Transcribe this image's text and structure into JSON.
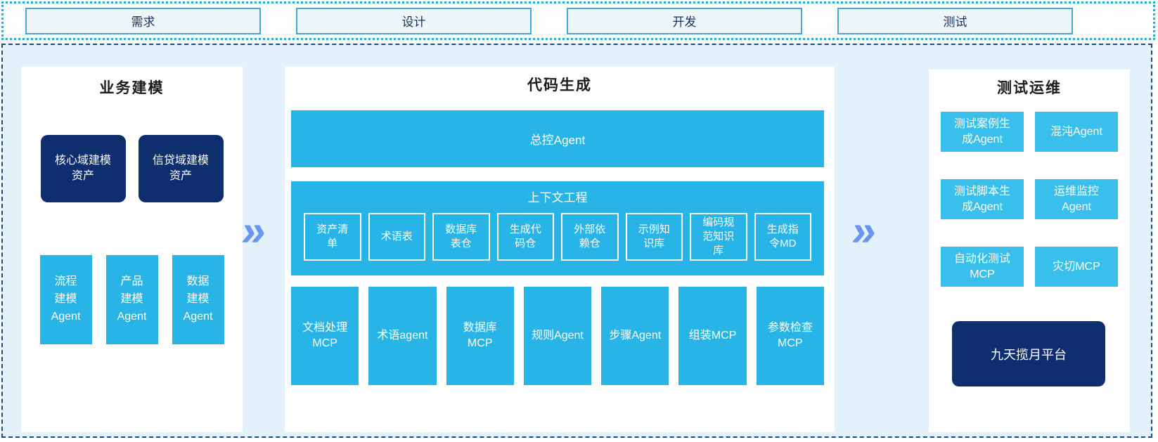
{
  "phases": [
    {
      "label": "需求"
    },
    {
      "label": "设计"
    },
    {
      "label": "开发"
    },
    {
      "label": "测试"
    }
  ],
  "business_modeling": {
    "title": "业务建模",
    "assets": [
      {
        "label": "核心域建模资产"
      },
      {
        "label": "信贷域建模资产"
      }
    ],
    "agents": [
      {
        "label": "流程建模Agent"
      },
      {
        "label": "产品建模Agent"
      },
      {
        "label": "数据建模Agent"
      }
    ]
  },
  "code_generation": {
    "title": "代码生成",
    "master_agent": "总控Agent",
    "context_engineering": {
      "title": "上下文工程",
      "items": [
        {
          "label": "资产清单"
        },
        {
          "label": "术语表"
        },
        {
          "label": "数据库表仓"
        },
        {
          "label": "生成代码仓"
        },
        {
          "label": "外部依赖仓"
        },
        {
          "label": "示例知识库"
        },
        {
          "label": "编码规范知识库"
        },
        {
          "label": "生成指令MD"
        }
      ]
    },
    "tools": [
      {
        "label": "文档处理MCP"
      },
      {
        "label": "术语agent"
      },
      {
        "label": "数据库MCP"
      },
      {
        "label": "规则Agent"
      },
      {
        "label": "步骤Agent"
      },
      {
        "label": "组装MCP"
      },
      {
        "label": "参数检查MCP"
      }
    ]
  },
  "test_ops": {
    "title": "测试运维",
    "boxes": [
      {
        "label": "测试案例生成Agent"
      },
      {
        "label": "混沌Agent"
      },
      {
        "label": "测试脚本生成Agent"
      },
      {
        "label": "运维监控Agent"
      },
      {
        "label": "自动化测试MCP"
      },
      {
        "label": "灾切MCP"
      }
    ],
    "platform": "九天揽月平台"
  },
  "arrow_glyph": "»",
  "colors": {
    "cyan": "#29b4e7",
    "cyan_light": "#38bfeb",
    "navy": "#0e2e6e",
    "arrow": "#6b95ee",
    "container_bg": "#e3f1fb",
    "dashed_border": "#1b4b82",
    "dotted_border": "#2ea9d1"
  }
}
